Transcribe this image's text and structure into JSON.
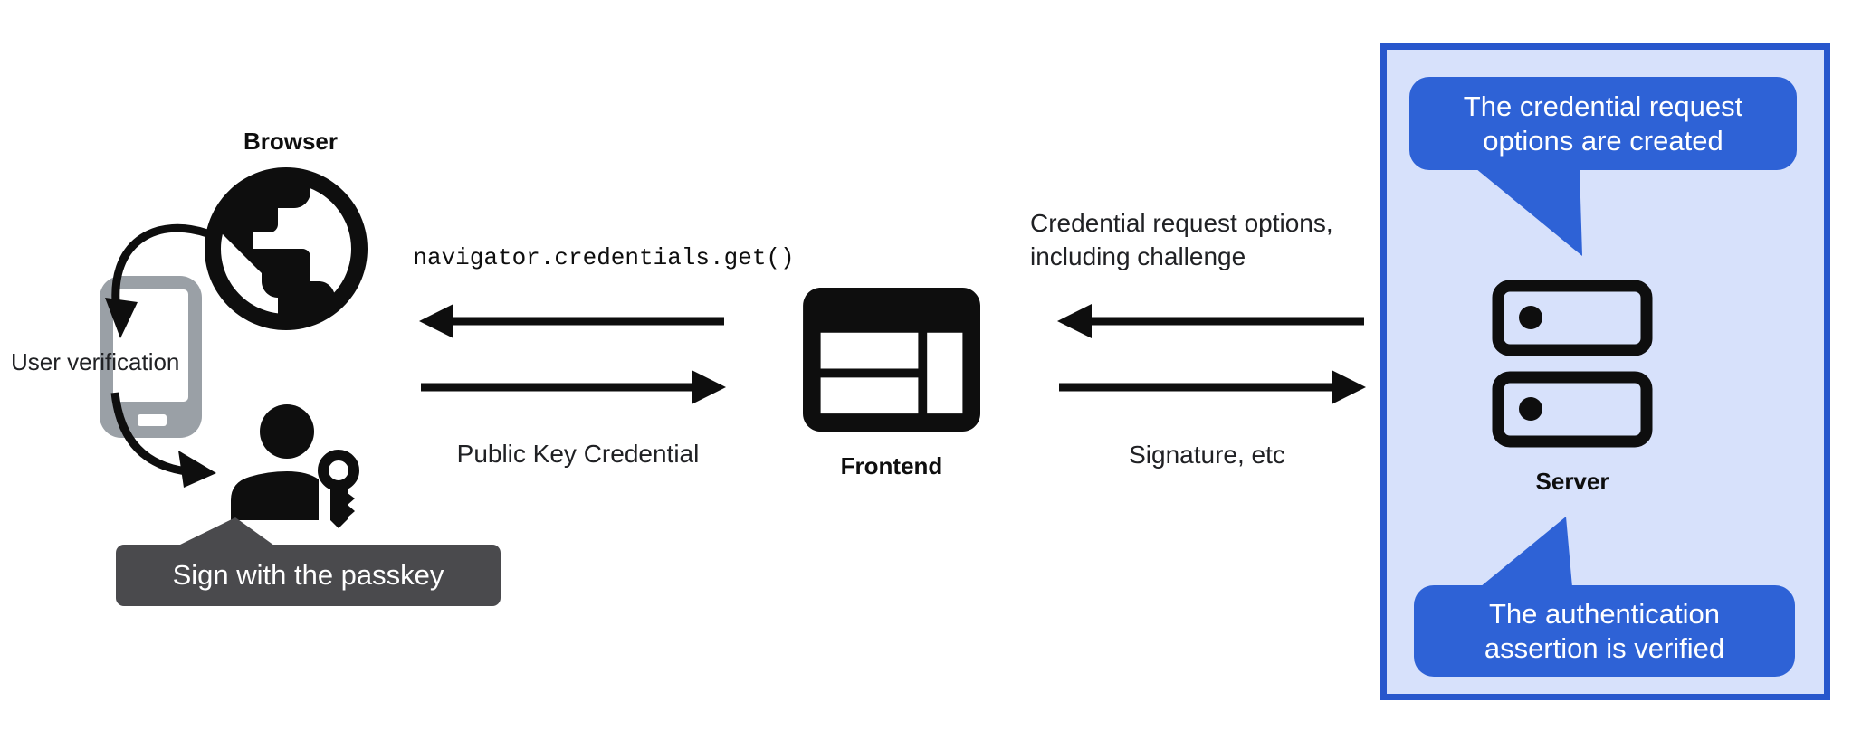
{
  "colors": {
    "accent-blue": "#2e62d6",
    "panel-bg": "#d7e1fb",
    "panel-border": "#2857cc",
    "tooltip-bg": "#4a4a4d",
    "phone-gray": "#9aa0a6",
    "ink": "#0e0e0e",
    "label": "#202124"
  },
  "browser_side": {
    "label": "Browser",
    "user_verification": "User verification",
    "passkey_tooltip": "Sign with the passkey"
  },
  "frontend": {
    "label": "Frontend"
  },
  "messages": {
    "frontend_to_browser": "navigator.credentials.get()",
    "browser_to_frontend": "Public Key Credential",
    "server_to_frontend": "Credential request options, including challenge",
    "frontend_to_server": "Signature, etc"
  },
  "server_side": {
    "label": "Server",
    "bubble_top": "The credential request options are created",
    "bubble_bottom": "The authentication assertion is verified"
  },
  "icons": [
    "globe-icon",
    "smartphone-icon",
    "person-icon",
    "key-icon",
    "web-window-icon",
    "server-icon"
  ]
}
